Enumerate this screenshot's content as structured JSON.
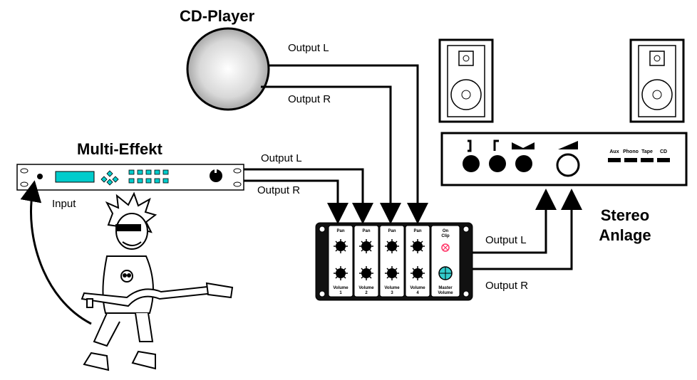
{
  "devices": {
    "cd_player": "CD-Player",
    "multi_effekt": "Multi-Effekt",
    "stereo_line1": "Stereo",
    "stereo_line2": "Anlage"
  },
  "cables": {
    "cd_output_l": "Output L",
    "cd_output_r": "Output R",
    "fx_output_l": "Output L",
    "fx_output_r": "Output R",
    "fx_input": "Input",
    "mixer_output_l": "Output L",
    "mixer_output_r": "Output R"
  },
  "mixer": {
    "channels": [
      {
        "pan": "Pan",
        "volume": "Volume",
        "num": "1"
      },
      {
        "pan": "Pan",
        "volume": "Volume",
        "num": "2"
      },
      {
        "pan": "Pan",
        "volume": "Volume",
        "num": "3"
      },
      {
        "pan": "Pan",
        "volume": "Volume",
        "num": "4"
      }
    ],
    "master_on": "On",
    "master_clip": "Clip",
    "master_label1": "Master",
    "master_label2": "Volume"
  },
  "amp_inputs": [
    "Aux",
    "Phono",
    "Tape",
    "CD"
  ],
  "colors": {
    "lcd": "#00cccc",
    "knob_accent": "#33cccc",
    "clip_led": "#ff3366"
  }
}
